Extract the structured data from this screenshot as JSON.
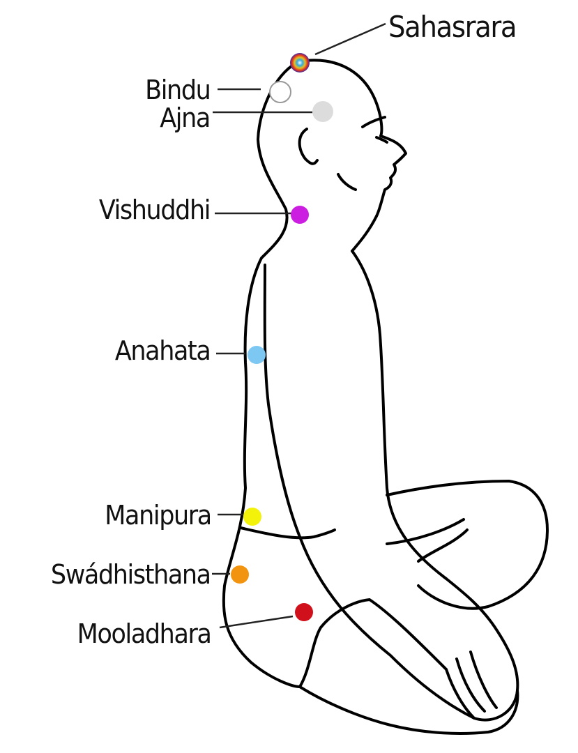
{
  "chakras": [
    {
      "name": "Sahasrara",
      "color": "rainbow"
    },
    {
      "name": "Bindu",
      "color": "#ffffff"
    },
    {
      "name": "Ajna",
      "color": "#dcdcdc"
    },
    {
      "name": "Vishuddhi",
      "color": "#cc1ee0"
    },
    {
      "name": "Anahata",
      "color": "#7cc8f2"
    },
    {
      "name": "Manipura",
      "color": "#f2f20a"
    },
    {
      "name": "Swádhisthana",
      "color": "#f29410"
    },
    {
      "name": "Mooladhara",
      "color": "#d0101a"
    }
  ]
}
